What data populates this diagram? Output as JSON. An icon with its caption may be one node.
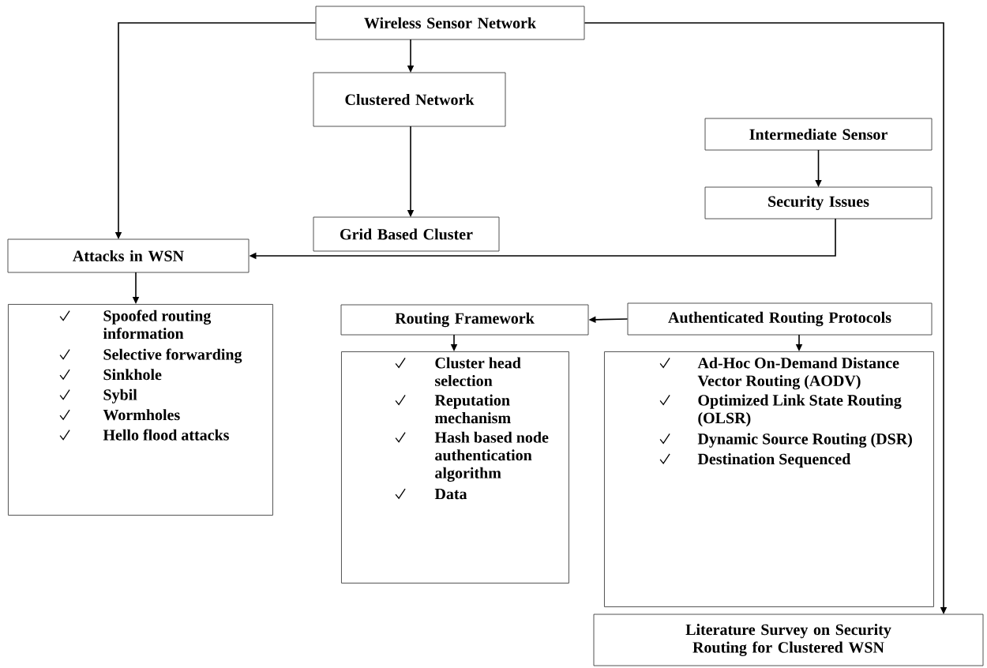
{
  "diagram": {
    "nodes": [
      {
        "text": [
          "Wireless Sensor Network"
        ]
      },
      {
        "text": [
          "Clustered Network"
        ]
      },
      {
        "text": [
          "Grid Based Cluster"
        ]
      },
      {
        "text": [
          "Intermediate Sensor"
        ]
      },
      {
        "text": [
          "Security Issues"
        ]
      },
      {
        "text": [
          "Attacks in WSN"
        ]
      },
      {
        "text": [
          "Spoofed routing information",
          "Selective forwarding",
          "Sinkhole",
          "Sybil",
          "Wormholes",
          "Hello flood attacks"
        ]
      },
      {
        "text": [
          "Routing Framework"
        ]
      },
      {
        "text": [
          "Authenticated Routing Protocols"
        ]
      },
      {
        "text": [
          "Cluster head selection",
          "Reputation mechanism",
          "Hash based node authentication algorithm",
          "Data"
        ]
      },
      {
        "text": [
          "Ad-Hoc On-Demand Distance Vector Routing (AODV)",
          "Optimized Link State Routing (OLSR)",
          "Dynamic Source Routing (DSR)",
          "Destination Sequenced"
        ]
      },
      {
        "text": [
          "Literature Survey on Security Routing for Clustered WSN"
        ]
      }
    ],
    "edges": [
      {
        "from": 0,
        "to": 5,
        "arrow": "to"
      },
      {
        "from": 0,
        "to": 1,
        "arrow": "to"
      },
      {
        "from": 0,
        "to": 11,
        "arrow": "to"
      },
      {
        "from": 1,
        "to": 2,
        "arrow": "to"
      },
      {
        "from": 3,
        "to": 4,
        "arrow": "to"
      },
      {
        "from": 4,
        "to": 5,
        "arrow": "to"
      },
      {
        "from": 5,
        "to": 6,
        "arrow": "to"
      },
      {
        "from": 8,
        "to": 7,
        "arrow": "to"
      },
      {
        "from": 7,
        "to": 9,
        "arrow": "to"
      },
      {
        "from": 8,
        "to": 10,
        "arrow": "to"
      }
    ]
  }
}
